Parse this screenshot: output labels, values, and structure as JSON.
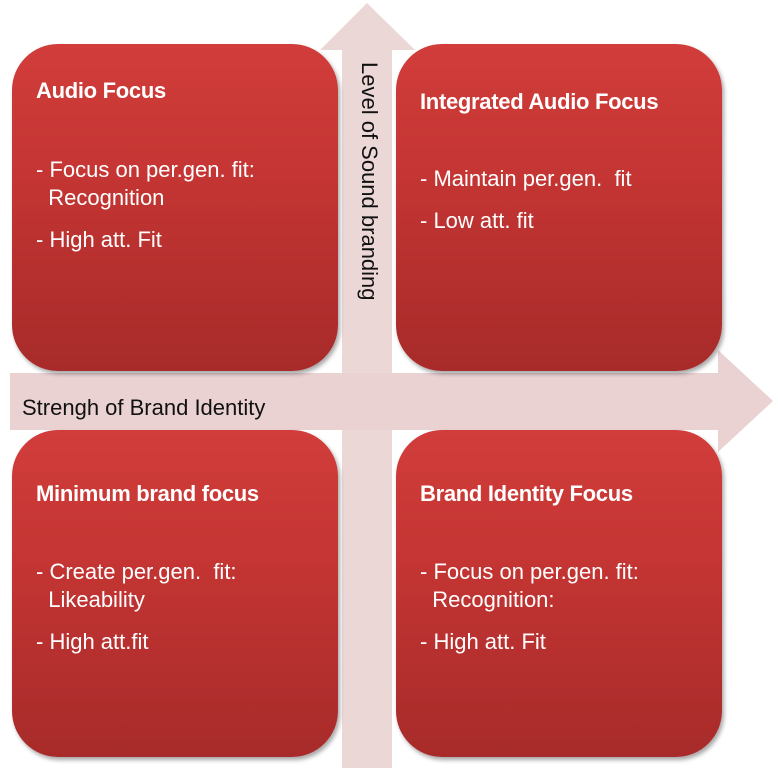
{
  "diagram": {
    "type": "2x2 quadrant matrix",
    "colors": {
      "box_top": "#d13d3a",
      "box_bottom": "#a72b2a",
      "arrow_fill": "#ecd7d7",
      "text_on_box": "#ffffff",
      "axis_text": "#111111"
    },
    "axes": {
      "x_label": "Strengh of Brand Identity",
      "y_label": "Level of Sound branding"
    },
    "quadrants": {
      "top_left": {
        "title": "Audio Focus",
        "items": [
          "- Focus on per.gen. fit:\n  Recognition",
          "- High att. Fit"
        ]
      },
      "top_right": {
        "title": "Integrated Audio Focus",
        "items": [
          "- Maintain per.gen.  fit",
          "- Low att. fit"
        ]
      },
      "bottom_left": {
        "title": "Minimum brand focus",
        "items": [
          "- Create per.gen.  fit:\n  Likeability",
          "- High att.fit"
        ]
      },
      "bottom_right": {
        "title": "Brand Identity Focus",
        "items": [
          "- Focus on per.gen. fit:\n  Recognition:",
          "- High att. Fit"
        ]
      }
    }
  }
}
